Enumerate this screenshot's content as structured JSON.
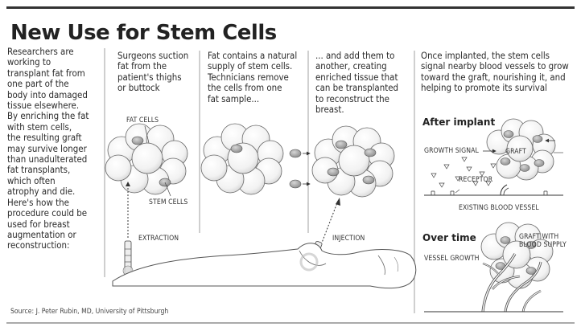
{
  "title": "New Use for Stem Cells",
  "intro": "Researchers are\nworking to\ntransplant fat from\none part of the\nbody into damaged\ntissue elsewhere.\nBy enriching the fat\nwith stem cells,\nthe resulting graft\nmay survive longer\nthan unadulterated\nfat transplants,\nwhich often\natrophy and die.\nHere's how the\nprocedure could be\nused for breast\naugmentation or\nreconstruction:",
  "steps": {
    "step1": "Surgeons suction\nfat from the\npatient's thighs\nor buttock",
    "step2": "Fat contains a natural\nsupply of stem cells.\nTechnicians remove\nthe cells from one\nfat sample...",
    "step3": "... and add them to\nanother, creating\nenriched tissue that\ncan be transplanted\nto reconstruct the\nbreast.",
    "step4": "Once implanted, the stem cells\nsignal nearby blood vessels to grow\ntoward the graft, nourishing it, and\nhelping to promote its survival"
  },
  "labels": {
    "fat_cells": "FAT CELLS",
    "stem_cells": "STEM CELLS",
    "extraction": "EXTRACTION",
    "injection": "INJECTION",
    "growth_signal": "GROWTH SIGNAL",
    "graft": "GRAFT",
    "receptor": "RECEPTOR",
    "existing_blood_vessel": "EXISTING BLOOD VESSEL",
    "vessel_growth": "VESSEL GROWTH",
    "graft_with_blood_supply": "GRAFT WITH\nBLOOD SUPPLY"
  },
  "headers": {
    "after_implant": "After implant",
    "over_time": "Over time"
  },
  "source": "Source: J. Peter Rubin, MD, University of Pittsburgh",
  "colors": {
    "text": "#222222",
    "fat_cell_fill": "#f3f3f3",
    "stem_cell_fill": "#a8a8a8",
    "rule": "#777777"
  }
}
